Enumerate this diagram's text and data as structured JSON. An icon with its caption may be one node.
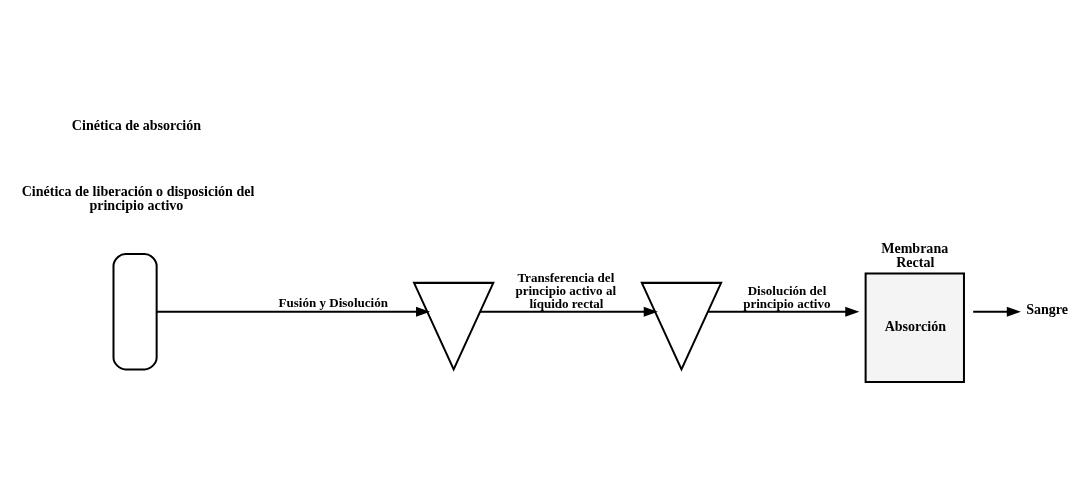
{
  "diagram": {
    "nodes": [
      {
        "text": [],
        "shape": "box"
      },
      {
        "text": [],
        "shape": "triangle"
      },
      {
        "text": [],
        "shape": "triangle"
      },
      {
        "text": [
          "Membrana Rectal",
          "Absorción"
        ]
      },
      {
        "text": [
          "Sangre"
        ]
      }
    ],
    "edges": [
      {
        "from": 0,
        "to": 1,
        "arrow": "to",
        "label": "Fusión y Disolución"
      },
      {
        "from": 1,
        "to": 2,
        "arrow": "to",
        "label": "Transferencia del principio activo al líquido rectal"
      },
      {
        "from": 2,
        "to": 3,
        "arrow": "to",
        "label": "Disolución del principio activo"
      },
      {
        "from": 3,
        "to": 4,
        "arrow": "to"
      }
    ],
    "labels": [
      "Cinética de liberación o disposición del principio activo",
      "Cinética de absorción"
    ]
  }
}
